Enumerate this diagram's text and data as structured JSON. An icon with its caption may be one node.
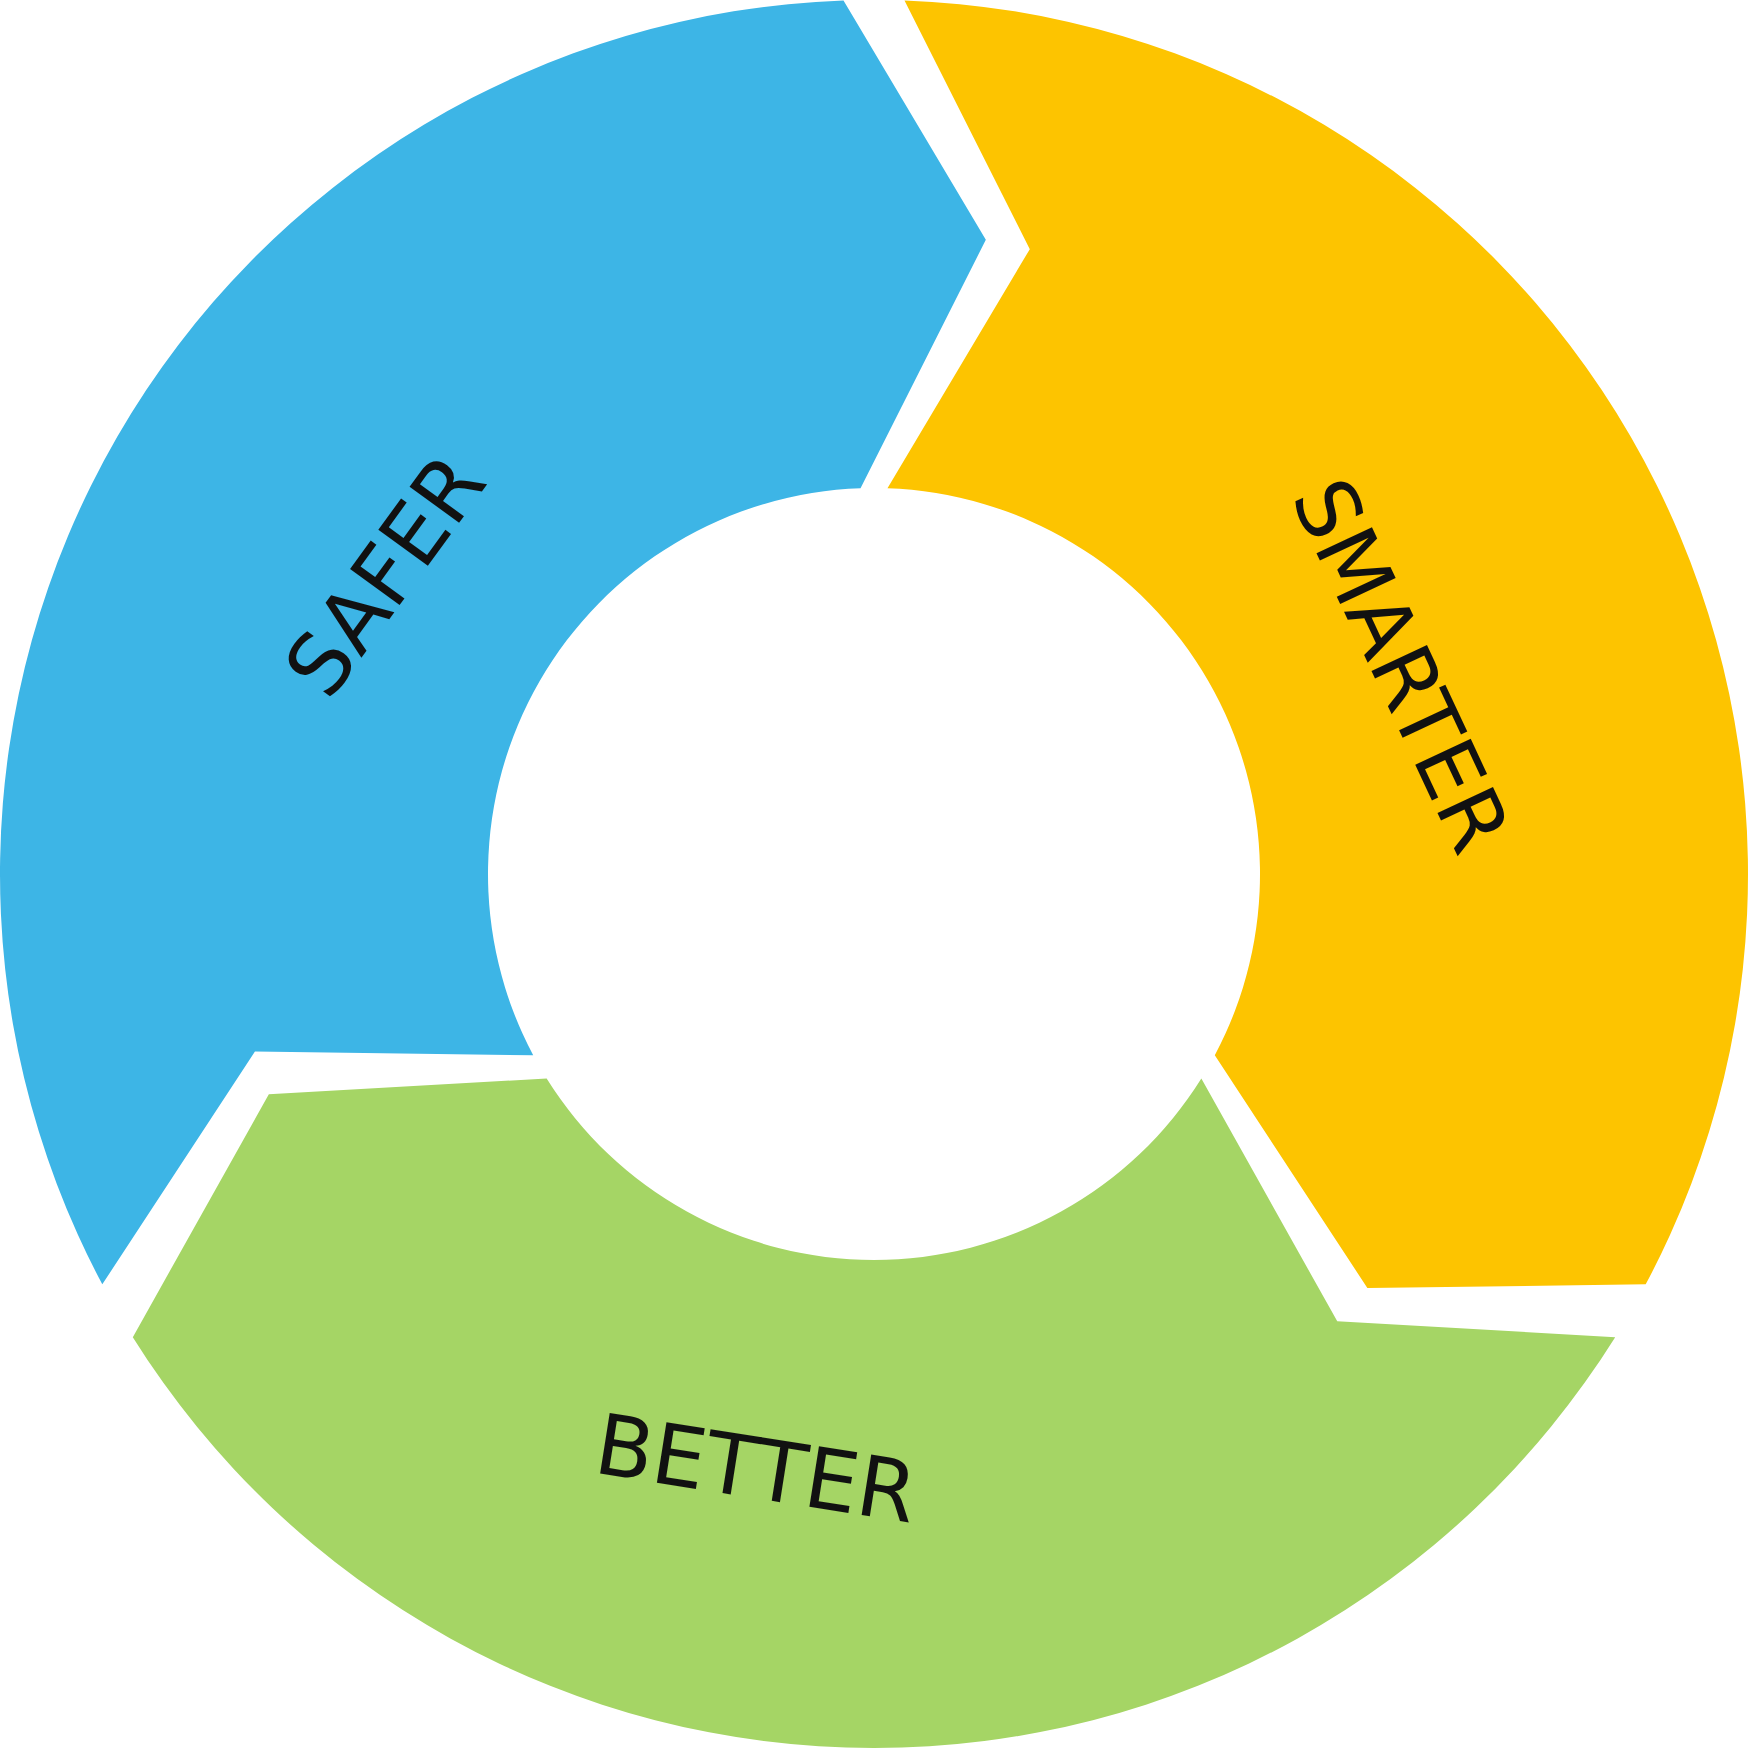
{
  "diagram": {
    "nodes": [
      {
        "text": [
          "SAFER"
        ]
      },
      {
        "text": [
          "SMARTER"
        ]
      },
      {
        "text": [
          "BETTER"
        ]
      }
    ]
  }
}
